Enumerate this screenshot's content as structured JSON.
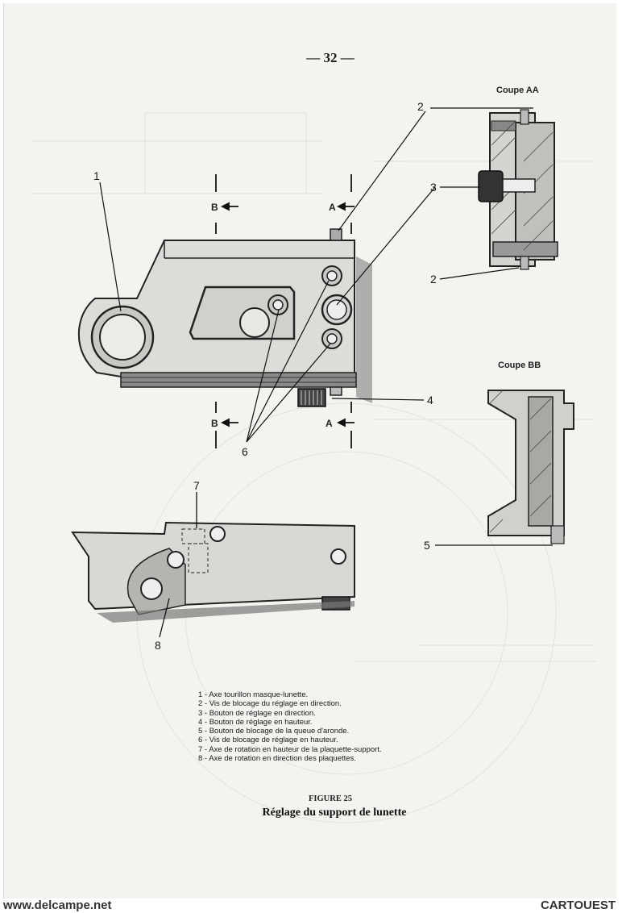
{
  "page_number": "— 32 —",
  "sections": {
    "coupe_aa": "Coupe AA",
    "coupe_bb": "Coupe BB"
  },
  "markers": {
    "a": "A",
    "b": "B"
  },
  "callouts": [
    "1",
    "2",
    "3",
    "4",
    "5",
    "6",
    "7",
    "8"
  ],
  "legend": [
    "1 - Axe tourillon masque-lunette.",
    "2 - Vis de blocage du réglage en direction.",
    "3 - Bouton de réglage en direction.",
    "4 - Bouton de réglage en hauteur.",
    "5 - Bouton de blocage de la queue d'aronde.",
    "6 - Vis de blocage de réglage en hauteur.",
    "7 - Axe de rotation en hauteur de la plaquette-support.",
    "8 - Axe de rotation en direction des plaquettes."
  ],
  "figure": {
    "label": "FIGURE 25",
    "title": "Réglage du support de lunette"
  },
  "footer": {
    "left": "www.delcampe.net",
    "right": "CARTOUEST"
  }
}
